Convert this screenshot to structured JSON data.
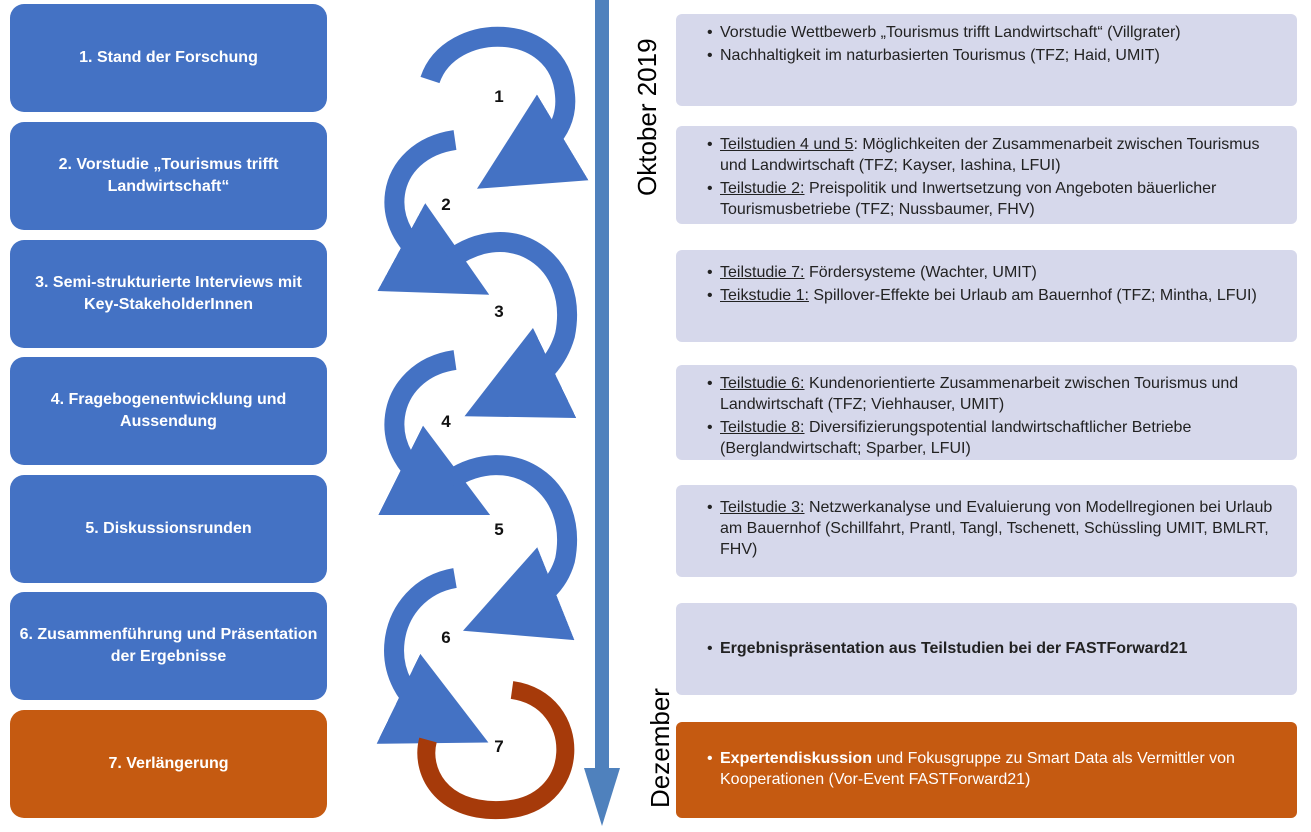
{
  "stages": [
    {
      "label": "1. Stand der Forschung"
    },
    {
      "label": "2. Vorstudie „Tourismus trifft Landwirtschaft“"
    },
    {
      "label": "3. Semi-strukturierte Interviews mit Key-StakeholderInnen"
    },
    {
      "label": "4. Fragebogenentwicklung und Aussendung"
    },
    {
      "label": "5. Diskussionsrunden"
    },
    {
      "label": "6. Zusammenführung und Präsentation der Ergebnisse"
    },
    {
      "label": "7. Verlängerung"
    }
  ],
  "cycle_numbers": [
    "1",
    "2",
    "3",
    "4",
    "5",
    "6",
    "7"
  ],
  "timeline": {
    "start": "Oktober 2019",
    "end": "Dezember"
  },
  "studies": [
    {
      "items": [
        {
          "pre": "",
          "u": "",
          "rest": "Vorstudie Wettbewerb „Tourismus trifft Landwirtschaft“ (Villgrater)"
        },
        {
          "pre": "",
          "u": "",
          "rest": "Nachhaltigkeit im naturbasierten Tourismus (TFZ; Haid, UMIT)"
        }
      ]
    },
    {
      "items": [
        {
          "pre": "",
          "u": "Teilstudien 4 und 5",
          "rest": ": Möglichkeiten der Zusammenarbeit zwischen Tourismus und Landwirtschaft (TFZ; Kayser, Iashina, LFUI)"
        },
        {
          "pre": "",
          "u": "Teilstudie 2:",
          "rest": " Preispolitik und Inwertsetzung von Angeboten bäuerlicher Tourismusbetriebe (TFZ; Nussbaumer, FHV)"
        }
      ]
    },
    {
      "items": [
        {
          "pre": "",
          "u": "Teilstudie 7:",
          "rest": " Fördersysteme (Wachter, UMIT)"
        },
        {
          "pre": "",
          "u": "Teikstudie 1:",
          "rest": " Spillover-Effekte bei Urlaub am Bauernhof (TFZ; Mintha, LFUI)"
        }
      ]
    },
    {
      "items": [
        {
          "pre": "",
          "u": "Teilstudie 6:",
          "rest": " Kundenorientierte Zusammenarbeit zwischen Tourismus und Landwirtschaft (TFZ; Viehhauser, UMIT)"
        },
        {
          "pre": "",
          "u": "Teilstudie 8:",
          "rest": " Diversifizierungspotential landwirtschaftlicher Betriebe (Berglandwirtschaft; Sparber, LFUI)"
        }
      ]
    },
    {
      "items": [
        {
          "pre": "",
          "u": "Teilstudie 3:",
          "rest": " Netzwerkanalyse und Evaluierung von Modellregionen bei Urlaub am Bauernhof (Schillfahrt, Prantl, Tangl, Tschenett, Schüssling UMIT, BMLRT, FHV)"
        }
      ]
    },
    {
      "items": [
        {
          "bold": "Ergebnispräsentation aus Teilstudien bei der FASTForward21",
          "rest": ""
        }
      ]
    },
    {
      "items": [
        {
          "bold": "Expertendiskussion",
          "rest": " und Fokusgruppe zu Smart Data als Vermittler von Kooperationen (Vor-Event FASTForward21)"
        }
      ]
    }
  ],
  "colors": {
    "blue": "#4472c4",
    "orange": "#c55a11",
    "study_bg": "#d6d8eb",
    "timeline_arrow": "#4f81bd",
    "ring_orange": "#a63a0a"
  }
}
